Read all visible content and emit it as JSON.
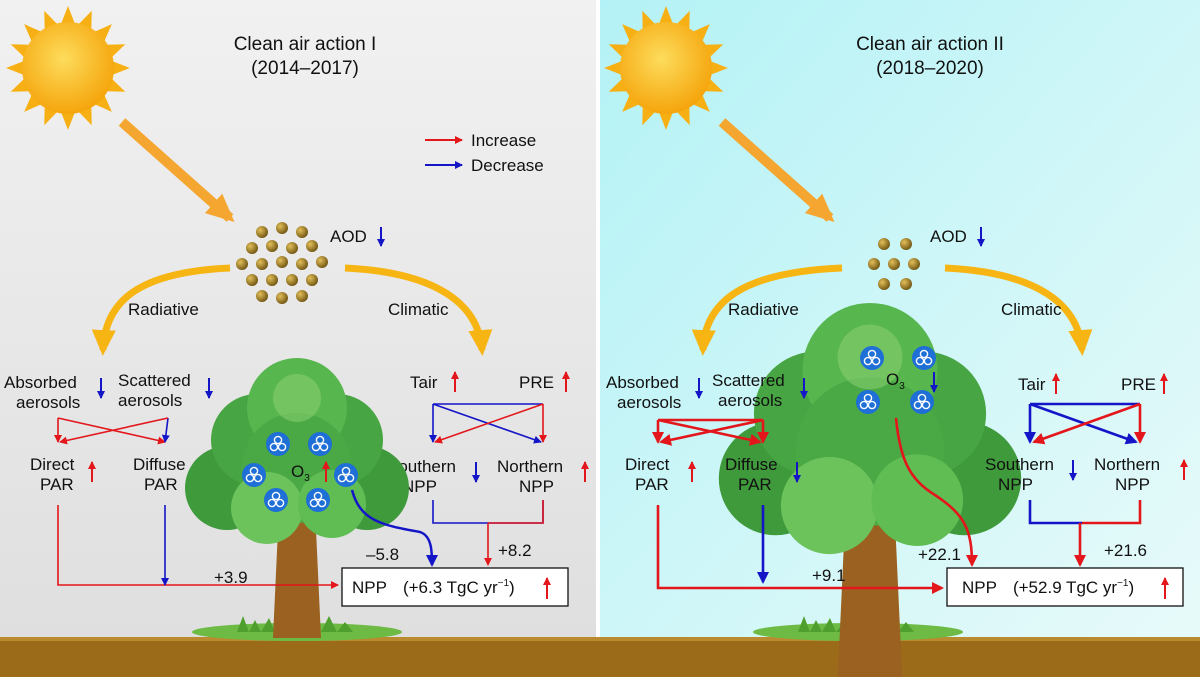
{
  "legend": {
    "increase": "Increase",
    "decrease": "Decrease",
    "increase_color": "#e3161b",
    "decrease_color": "#1515c8"
  },
  "left": {
    "title_line1": "Clean air action I",
    "title_line2": "(2014–2017)",
    "aod": "AOD",
    "radiative": "Radiative",
    "climatic": "Climatic",
    "absorbed_1": "Absorbed",
    "absorbed_2": "aerosols",
    "scattered_1": "Scattered",
    "scattered_2": "aerosols",
    "tair": "Tair",
    "pre": "PRE",
    "direct_1": "Direct",
    "direct_2": "PAR",
    "diffuse_1": "Diffuse",
    "diffuse_2": "PAR",
    "southern_1": "Southern",
    "southern_2": "NPP",
    "northern_1": "Northern",
    "northern_2": "NPP",
    "o3": "O",
    "o3_sub": "3",
    "val_direct": "+3.9",
    "val_o3": "–5.8",
    "val_climatic": "+8.2",
    "npp_label": "NPP",
    "npp_value": "(+6.3 TgC yr",
    "npp_exp": "−1",
    "npp_close": ")"
  },
  "right": {
    "title_line1": "Clean air action II",
    "title_line2": "(2018–2020)",
    "aod": "AOD",
    "radiative": "Radiative",
    "climatic": "Climatic",
    "absorbed_1": "Absorbed",
    "absorbed_2": "aerosols",
    "scattered_1": "Scattered",
    "scattered_2": "aerosols",
    "tair": "Tair",
    "pre": "PRE",
    "direct_1": "Direct",
    "direct_2": "PAR",
    "diffuse_1": "Diffuse",
    "diffuse_2": "PAR",
    "southern_1": "Southern",
    "southern_2": "NPP",
    "northern_1": "Northern",
    "northern_2": "NPP",
    "o3": "O",
    "o3_sub": "3",
    "val_direct": "+9.1",
    "val_o3": "+22.1",
    "val_climatic": "+21.6",
    "npp_label": "NPP",
    "npp_value": "(+52.9 TgC yr",
    "npp_exp": "−1",
    "npp_close": ")"
  },
  "colors": {
    "left_bg": "#ececec",
    "right_bg_top": "#a8f0f4",
    "ground": "#9c6b1a",
    "sun": "#f7b513",
    "flow_arrow": "#f7b513"
  }
}
